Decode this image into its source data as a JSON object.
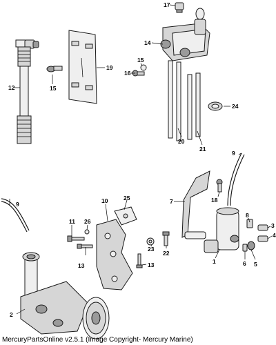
{
  "footer": {
    "caption": "MercuryPartsOnline v2.5.1 (Image Copyright- Mercury Marine)"
  },
  "callouts": {
    "c1": "1",
    "c2": "2",
    "c3": "3",
    "c4": "4",
    "c5": "5",
    "c6": "6",
    "c7": "7",
    "c8": "8",
    "c9a": "9",
    "c9b": "9",
    "c10": "10",
    "c11": "11",
    "c12": "12",
    "c13a": "13",
    "c13b": "13",
    "c14": "14",
    "c15": "15",
    "c16": "16",
    "c17": "17",
    "c18": "18",
    "c19": "19",
    "c20": "20",
    "c21": "21",
    "c22": "22",
    "c23": "23",
    "c24": "24",
    "c25": "25",
    "c26": "26"
  }
}
